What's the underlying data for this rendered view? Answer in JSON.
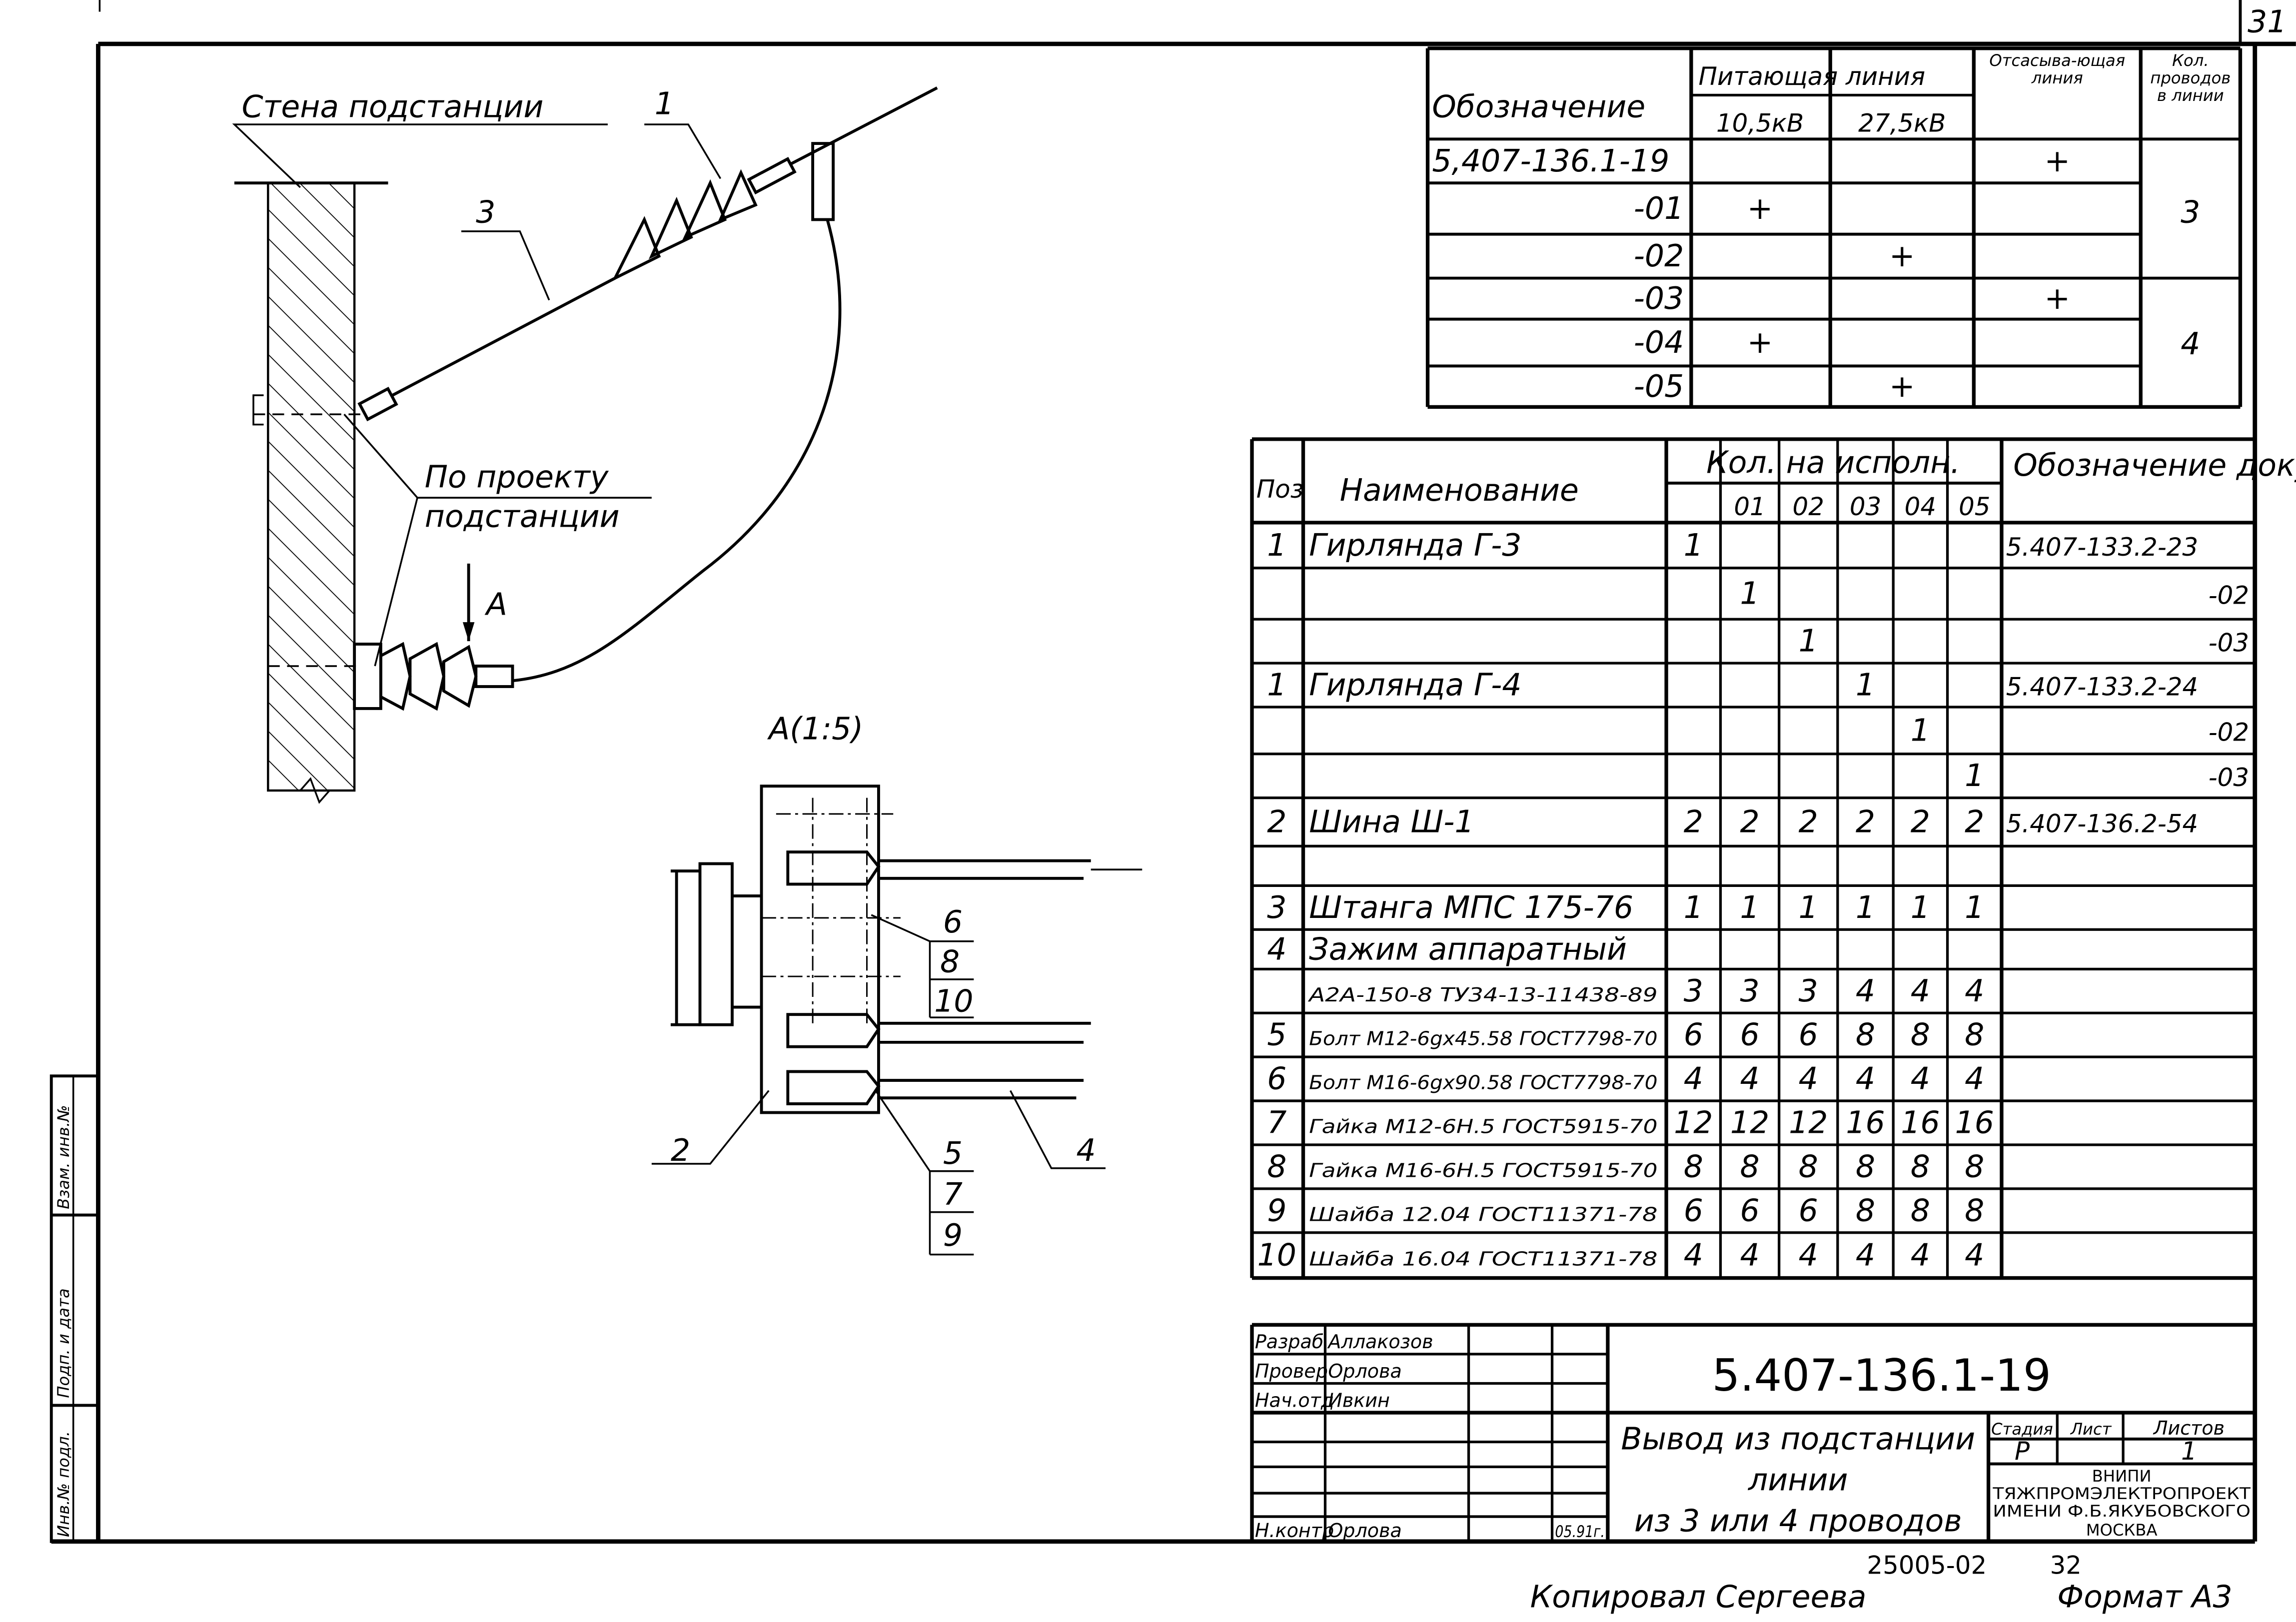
{
  "sheet": {
    "page_number": "31",
    "format": "Формат А3",
    "copied_by": "Копировал Сергеева",
    "archive_no": "25005-02",
    "archive_page": "32"
  },
  "drawing": {
    "wall_label": "Стена подстанции",
    "by_project_1": "По проекту",
    "by_project_2": "подстанции",
    "callout_1": "1",
    "callout_3": "3",
    "view_arrow": "А",
    "detail_title": "А(1:5)",
    "callout_2": "2",
    "callout_4": "4",
    "callouts_group_a": [
      "6",
      "8",
      "10"
    ],
    "callouts_group_b": [
      "5",
      "7",
      "9"
    ]
  },
  "side_stamp": [
    "Инв.№ подл.",
    "Подп. и дата",
    "Взам. инв.№"
  ],
  "variants_table": {
    "header": {
      "designation": "Обозначение",
      "feed_line": "Питающая линия",
      "kv1": "10,5кВ",
      "kv2": "27,5кВ",
      "suction": "Отсасыва-ющая линия",
      "wires": "Кол. проводов в линии"
    },
    "rows": [
      {
        "designation": "5,407-136.1-19",
        "kv1": "",
        "kv2": "",
        "suction": "+"
      },
      {
        "designation": "-01",
        "kv1": "+",
        "kv2": "",
        "suction": ""
      },
      {
        "designation": "-02",
        "kv1": "",
        "kv2": "+",
        "suction": ""
      },
      {
        "designation": "-03",
        "kv1": "",
        "kv2": "",
        "suction": "+"
      },
      {
        "designation": "-04",
        "kv1": "+",
        "kv2": "",
        "suction": ""
      },
      {
        "designation": "-05",
        "kv1": "",
        "kv2": "+",
        "suction": ""
      }
    ],
    "wires_groups": [
      "3",
      "4"
    ]
  },
  "spec_table": {
    "header": {
      "pos": "Поз",
      "name": "Наименование",
      "qty": "Кол. на исполн.",
      "variants": [
        "",
        "01",
        "02",
        "03",
        "04",
        "05"
      ],
      "doc": "Обозначение документа"
    },
    "rows": [
      {
        "pos": "1",
        "name": "Гирлянда Г-3",
        "q": [
          "1",
          "",
          "",
          "",
          "",
          ""
        ],
        "doc": "5.407-133.2-23"
      },
      {
        "pos": "",
        "name": "",
        "q": [
          "",
          "1",
          "",
          "",
          "",
          ""
        ],
        "doc": "-02"
      },
      {
        "pos": "",
        "name": "",
        "q": [
          "",
          "",
          "1",
          "",
          "",
          ""
        ],
        "doc": "-03"
      },
      {
        "pos": "1",
        "name": "Гирлянда Г-4",
        "q": [
          "",
          "",
          "",
          "1",
          "",
          ""
        ],
        "doc": "5.407-133.2-24"
      },
      {
        "pos": "",
        "name": "",
        "q": [
          "",
          "",
          "",
          "",
          "1",
          ""
        ],
        "doc": "-02"
      },
      {
        "pos": "",
        "name": "",
        "q": [
          "",
          "",
          "",
          "",
          "",
          "1"
        ],
        "doc": "-03"
      },
      {
        "pos": "2",
        "name": "Шина Ш-1",
        "q": [
          "2",
          "2",
          "2",
          "2",
          "2",
          "2"
        ],
        "doc": "5.407-136.2-54"
      },
      {
        "pos": "",
        "name": "",
        "q": [
          "",
          "",
          "",
          "",
          "",
          ""
        ],
        "doc": ""
      },
      {
        "pos": "3",
        "name": "Штанга МПС 175-76",
        "q": [
          "1",
          "1",
          "1",
          "1",
          "1",
          "1"
        ],
        "doc": ""
      },
      {
        "pos": "4",
        "name": "Зажим аппаратный",
        "q": [
          "",
          "",
          "",
          "",
          "",
          ""
        ],
        "doc": ""
      },
      {
        "pos": "",
        "name": "А2А-150-8 ТУ34-13-11438-89",
        "q": [
          "3",
          "3",
          "3",
          "4",
          "4",
          "4"
        ],
        "doc": ""
      },
      {
        "pos": "5",
        "name": "Болт М12-6gх45.58 ГОСТ7798-70",
        "q": [
          "6",
          "6",
          "6",
          "8",
          "8",
          "8"
        ],
        "doc": ""
      },
      {
        "pos": "6",
        "name": "Болт М16-6gх90.58 ГОСТ7798-70",
        "q": [
          "4",
          "4",
          "4",
          "4",
          "4",
          "4"
        ],
        "doc": ""
      },
      {
        "pos": "7",
        "name": "Гайка М12-6Н.5 ГОСТ5915-70",
        "q": [
          "12",
          "12",
          "12",
          "16",
          "16",
          "16"
        ],
        "doc": ""
      },
      {
        "pos": "8",
        "name": "Гайка М16-6Н.5 ГОСТ5915-70",
        "q": [
          "8",
          "8",
          "8",
          "8",
          "8",
          "8"
        ],
        "doc": ""
      },
      {
        "pos": "9",
        "name": "Шайба 12.04 ГОСТ11371-78",
        "q": [
          "6",
          "6",
          "6",
          "8",
          "8",
          "8"
        ],
        "doc": ""
      },
      {
        "pos": "10",
        "name": "Шайба 16.04 ГОСТ11371-78",
        "q": [
          "4",
          "4",
          "4",
          "4",
          "4",
          "4"
        ],
        "doc": ""
      }
    ]
  },
  "title_block": {
    "people": [
      {
        "role": "Разраб",
        "name": "Аллакозов",
        "date": ""
      },
      {
        "role": "Провер",
        "name": "Орлова",
        "date": ""
      },
      {
        "role": "Нач.отд",
        "name": "Ивкин",
        "date": ""
      },
      {
        "role": "Н.контр",
        "name": "Орлова",
        "date": "05.91г."
      }
    ],
    "code": "5.407-136.1-19",
    "title_lines": [
      "Вывод из подстанции",
      "линии",
      "из 3 или 4 проводов"
    ],
    "stage_label": "Стадия",
    "sheet_label": "Лист",
    "sheets_label": "Листов",
    "stage": "Р",
    "sheet": "",
    "sheets": "1",
    "org_lines": [
      "ВНИПИ",
      "ТЯЖПРОМЭЛЕКТРОПРОЕКТ",
      "ИМЕНИ Ф.Б.ЯКУБОВСКОГО",
      "МОСКВА"
    ]
  }
}
